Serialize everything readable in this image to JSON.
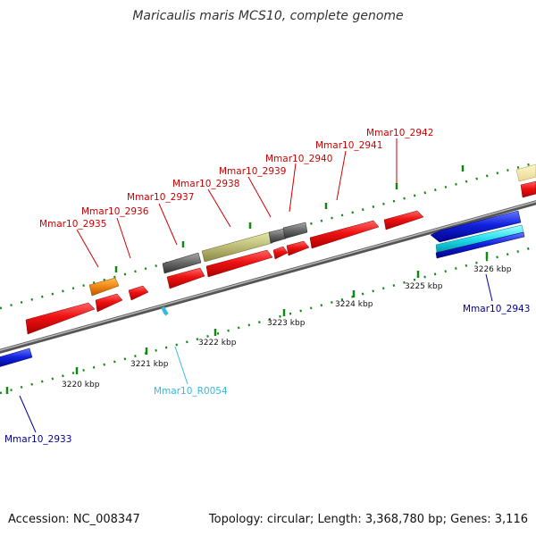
{
  "title": "Maricaulis maris MCS10, complete genome",
  "footer": {
    "accession": "Accession: NC_008347",
    "summary": "Topology: circular; Length: 3,368,780 bp; Genes: 3,116"
  },
  "colors": {
    "forward_label": "#cc0000",
    "reverse_label": "#000099",
    "rna_label": "#33bbdd",
    "cds_red": "#ee1111",
    "cds_blue": "#1122dd",
    "cds_orange": "#ee8811",
    "cds_gray": "#666666",
    "cds_khaki": "#bbbb77",
    "cds_cyan": "#22ddee",
    "tick": "#118811"
  },
  "kbp_ticks": [
    {
      "text": "3220 kbp"
    },
    {
      "text": "3221 kbp"
    },
    {
      "text": "3222 kbp"
    },
    {
      "text": "3223 kbp"
    },
    {
      "text": "3224 kbp"
    },
    {
      "text": "3225 kbp"
    },
    {
      "text": "3226 kbp"
    }
  ],
  "gene_labels": [
    {
      "text": "Mmar10_2935",
      "strand": "forward"
    },
    {
      "text": "Mmar10_2936",
      "strand": "forward"
    },
    {
      "text": "Mmar10_2937",
      "strand": "forward"
    },
    {
      "text": "Mmar10_2938",
      "strand": "forward"
    },
    {
      "text": "Mmar10_2939",
      "strand": "forward"
    },
    {
      "text": "Mmar10_2940",
      "strand": "forward"
    },
    {
      "text": "Mmar10_2941",
      "strand": "forward"
    },
    {
      "text": "Mmar10_2942",
      "strand": "forward"
    },
    {
      "text": "Mmar10_2943",
      "strand": "reverse"
    },
    {
      "text": "Mmar10_R0054",
      "strand": "rna"
    },
    {
      "text": "Mmar10_2933",
      "strand": "reverse"
    }
  ]
}
